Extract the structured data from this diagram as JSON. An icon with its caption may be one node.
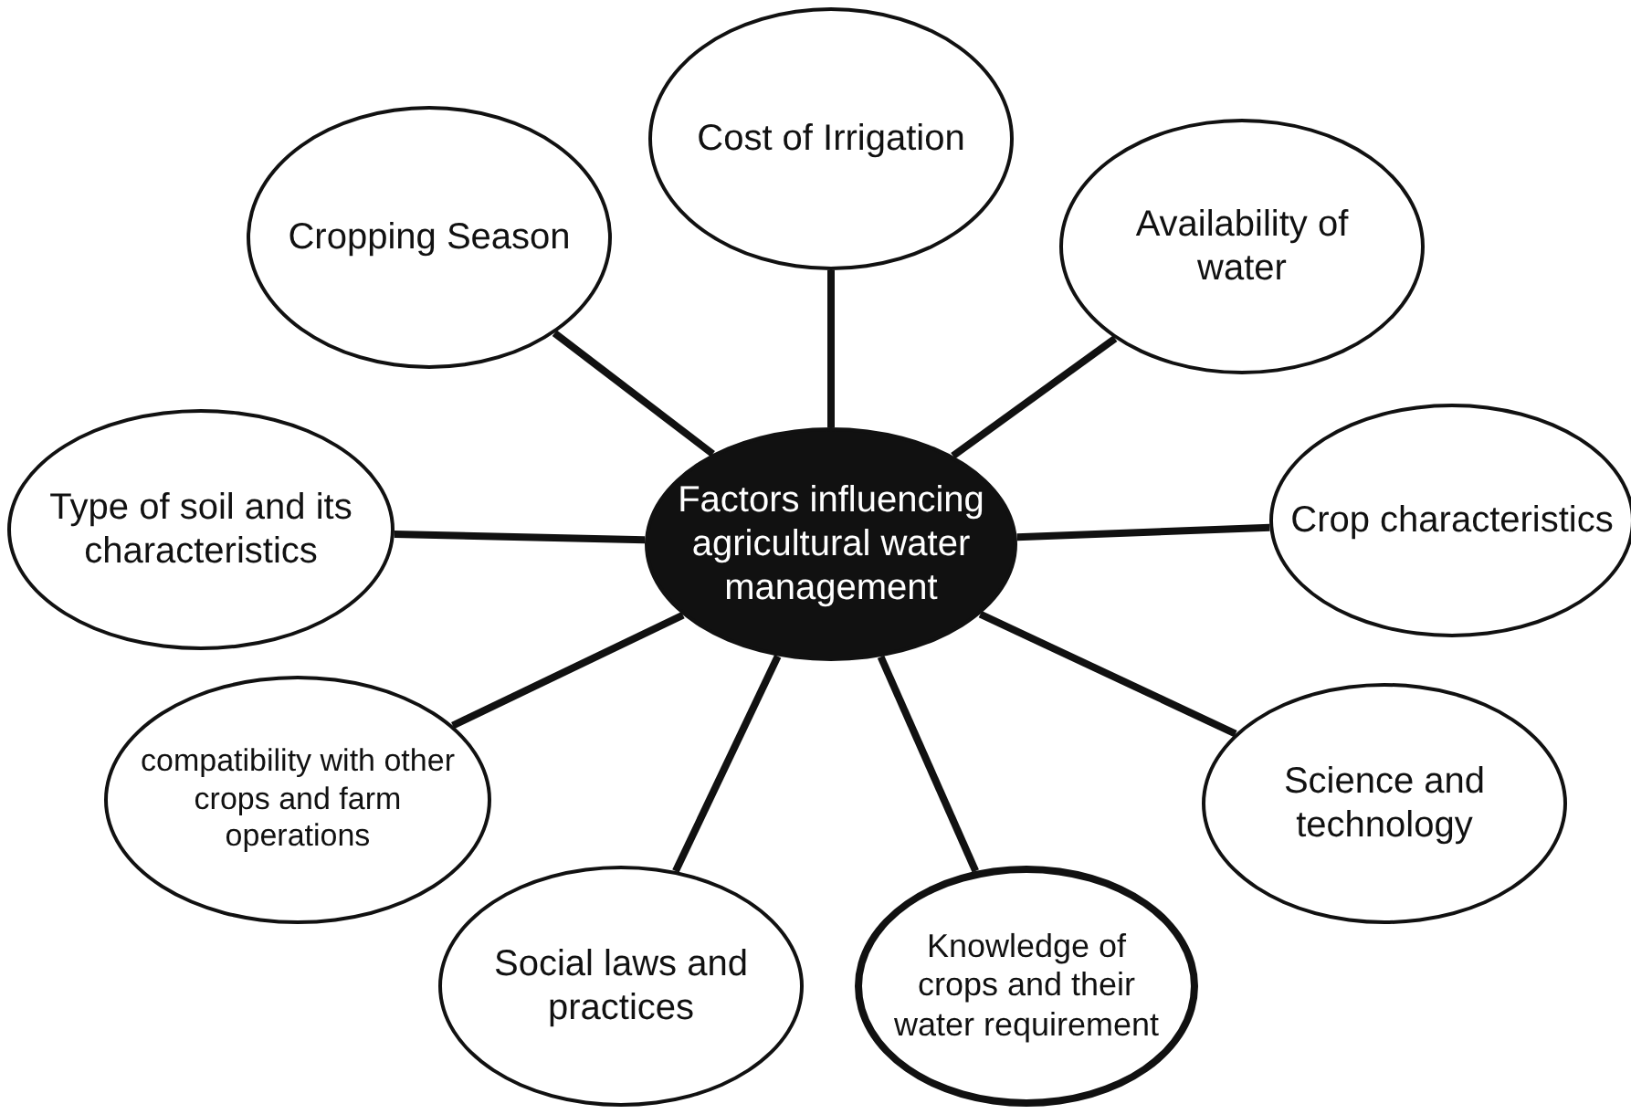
{
  "diagram": {
    "nodes": [
      {
        "text": [
          "Factors influencing agricultural water management"
        ]
      },
      {
        "text": [
          "Cost of Irrigation"
        ]
      },
      {
        "text": [
          "Availability of water"
        ]
      },
      {
        "text": [
          "Crop characteristics"
        ]
      },
      {
        "text": [
          "Science and technology"
        ]
      },
      {
        "text": [
          "Knowledge of crops and their water requirement"
        ]
      },
      {
        "text": [
          "Social laws and practices"
        ]
      },
      {
        "text": [
          "compatibility with other crops and farm operations"
        ]
      },
      {
        "text": [
          "Type of soil and its characteristics"
        ]
      },
      {
        "text": [
          "Cropping Season"
        ]
      }
    ],
    "edges": [
      {
        "from": 0,
        "to": 1,
        "arrow": "none"
      },
      {
        "from": 0,
        "to": 2,
        "arrow": "none"
      },
      {
        "from": 0,
        "to": 3,
        "arrow": "none"
      },
      {
        "from": 0,
        "to": 4,
        "arrow": "none"
      },
      {
        "from": 0,
        "to": 5,
        "arrow": "none"
      },
      {
        "from": 0,
        "to": 6,
        "arrow": "none"
      },
      {
        "from": 0,
        "to": 7,
        "arrow": "none"
      },
      {
        "from": 0,
        "to": 8,
        "arrow": "none"
      },
      {
        "from": 0,
        "to": 9,
        "arrow": "none"
      }
    ]
  }
}
